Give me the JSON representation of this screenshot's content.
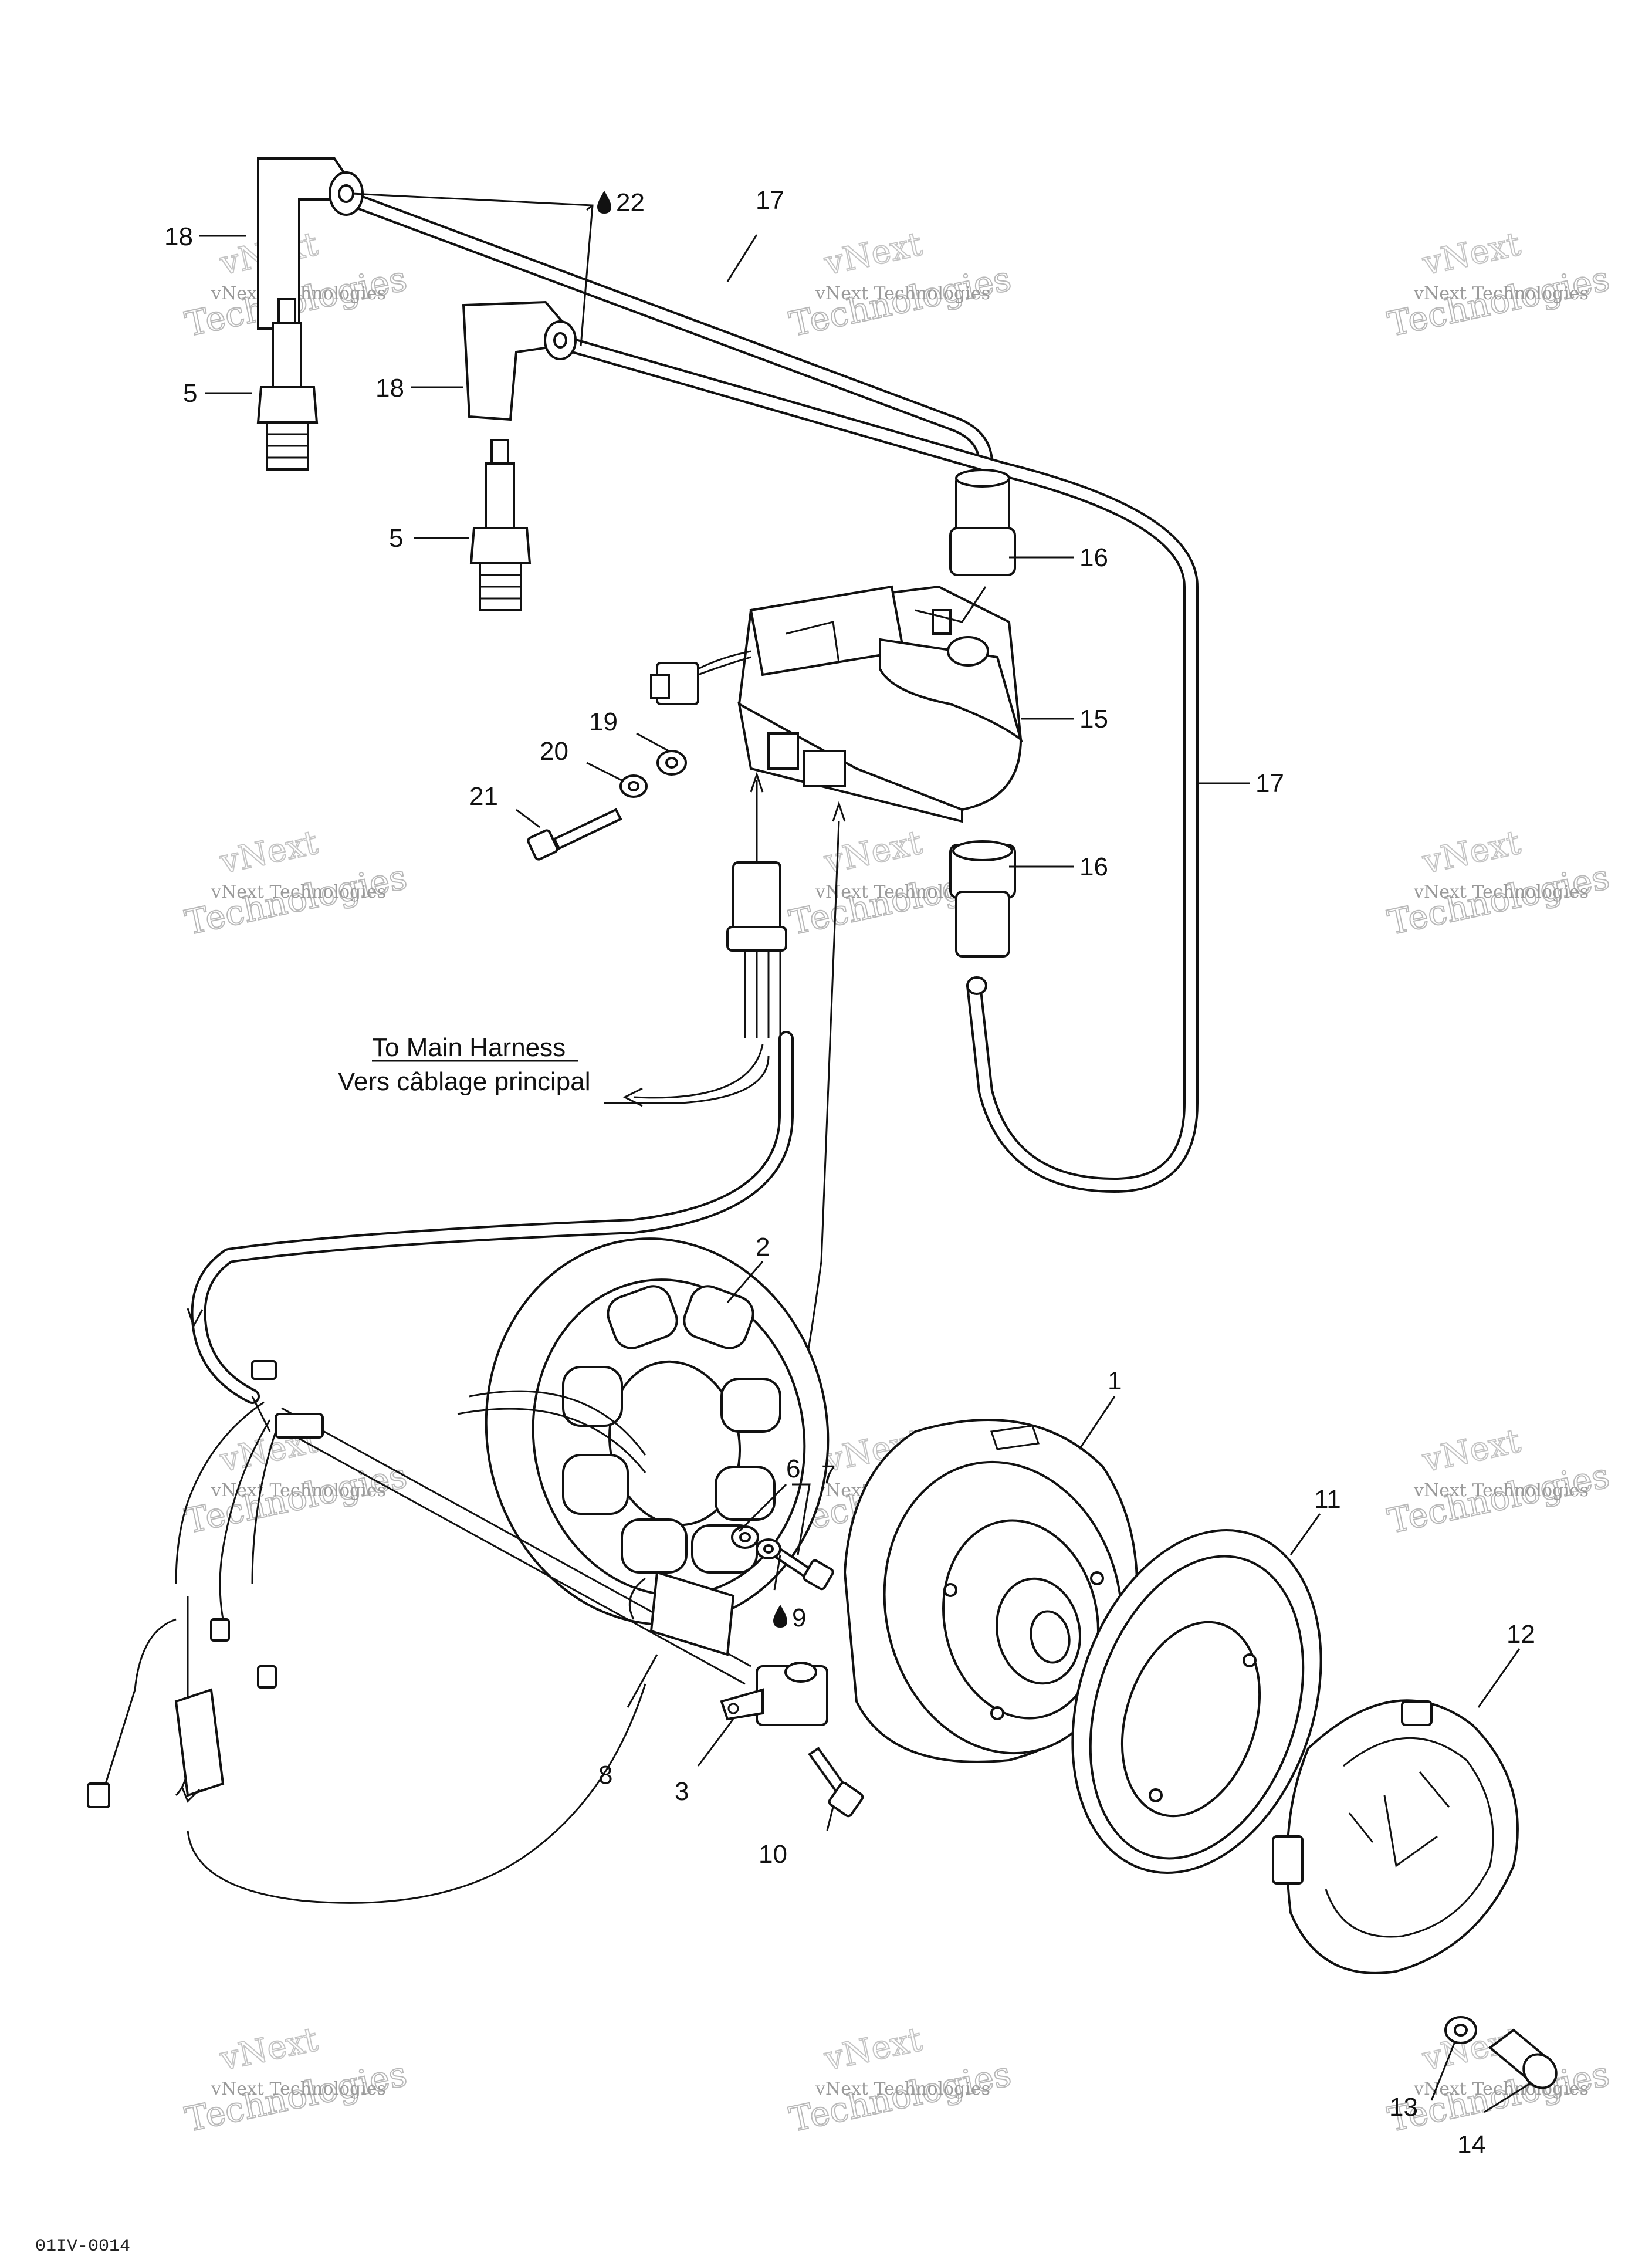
{
  "diagram": {
    "callouts": {
      "p1": "1",
      "p2": "2",
      "p3": "3",
      "p5a": "5",
      "p5b": "5",
      "p6": "6",
      "p7": "7",
      "p8": "8",
      "p9": "9",
      "p10": "10",
      "p11": "11",
      "p12": "12",
      "p13": "13",
      "p14": "14",
      "p15": "15",
      "p16a": "16",
      "p16b": "16",
      "p17a": "17",
      "p17b": "17",
      "p18a": "18",
      "p18b": "18",
      "p19": "19",
      "p20": "20",
      "p21": "21",
      "p22": "22"
    },
    "harness_note": {
      "line1": "To Main Harness",
      "line2": "Vers câblage principal"
    },
    "watermark": {
      "line1": "vNext Technologies",
      "line2": "vNext",
      "line3": "Technologies"
    },
    "drawing_code": "01IV-0014"
  },
  "icons": {
    "lubricant_icon": "drop-icon"
  }
}
